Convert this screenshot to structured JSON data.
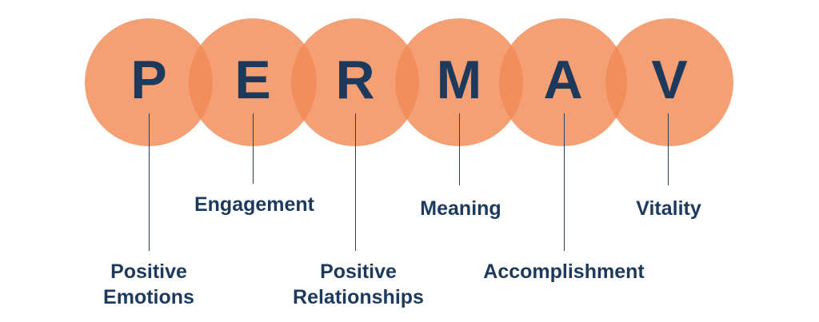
{
  "colors": {
    "circle": "#f28a55",
    "text": "#1d3a5c",
    "line": "#24405f"
  },
  "elements": [
    {
      "letter": "P",
      "label_lines": [
        "Positive",
        "Emotions"
      ]
    },
    {
      "letter": "E",
      "label_lines": [
        "Engagement"
      ]
    },
    {
      "letter": "R",
      "label_lines": [
        "Positive",
        "Relationships"
      ]
    },
    {
      "letter": "M",
      "label_lines": [
        "Meaning"
      ]
    },
    {
      "letter": "A",
      "label_lines": [
        "Accomplishment"
      ]
    },
    {
      "letter": "V",
      "label_lines": [
        "Vitality"
      ]
    }
  ]
}
